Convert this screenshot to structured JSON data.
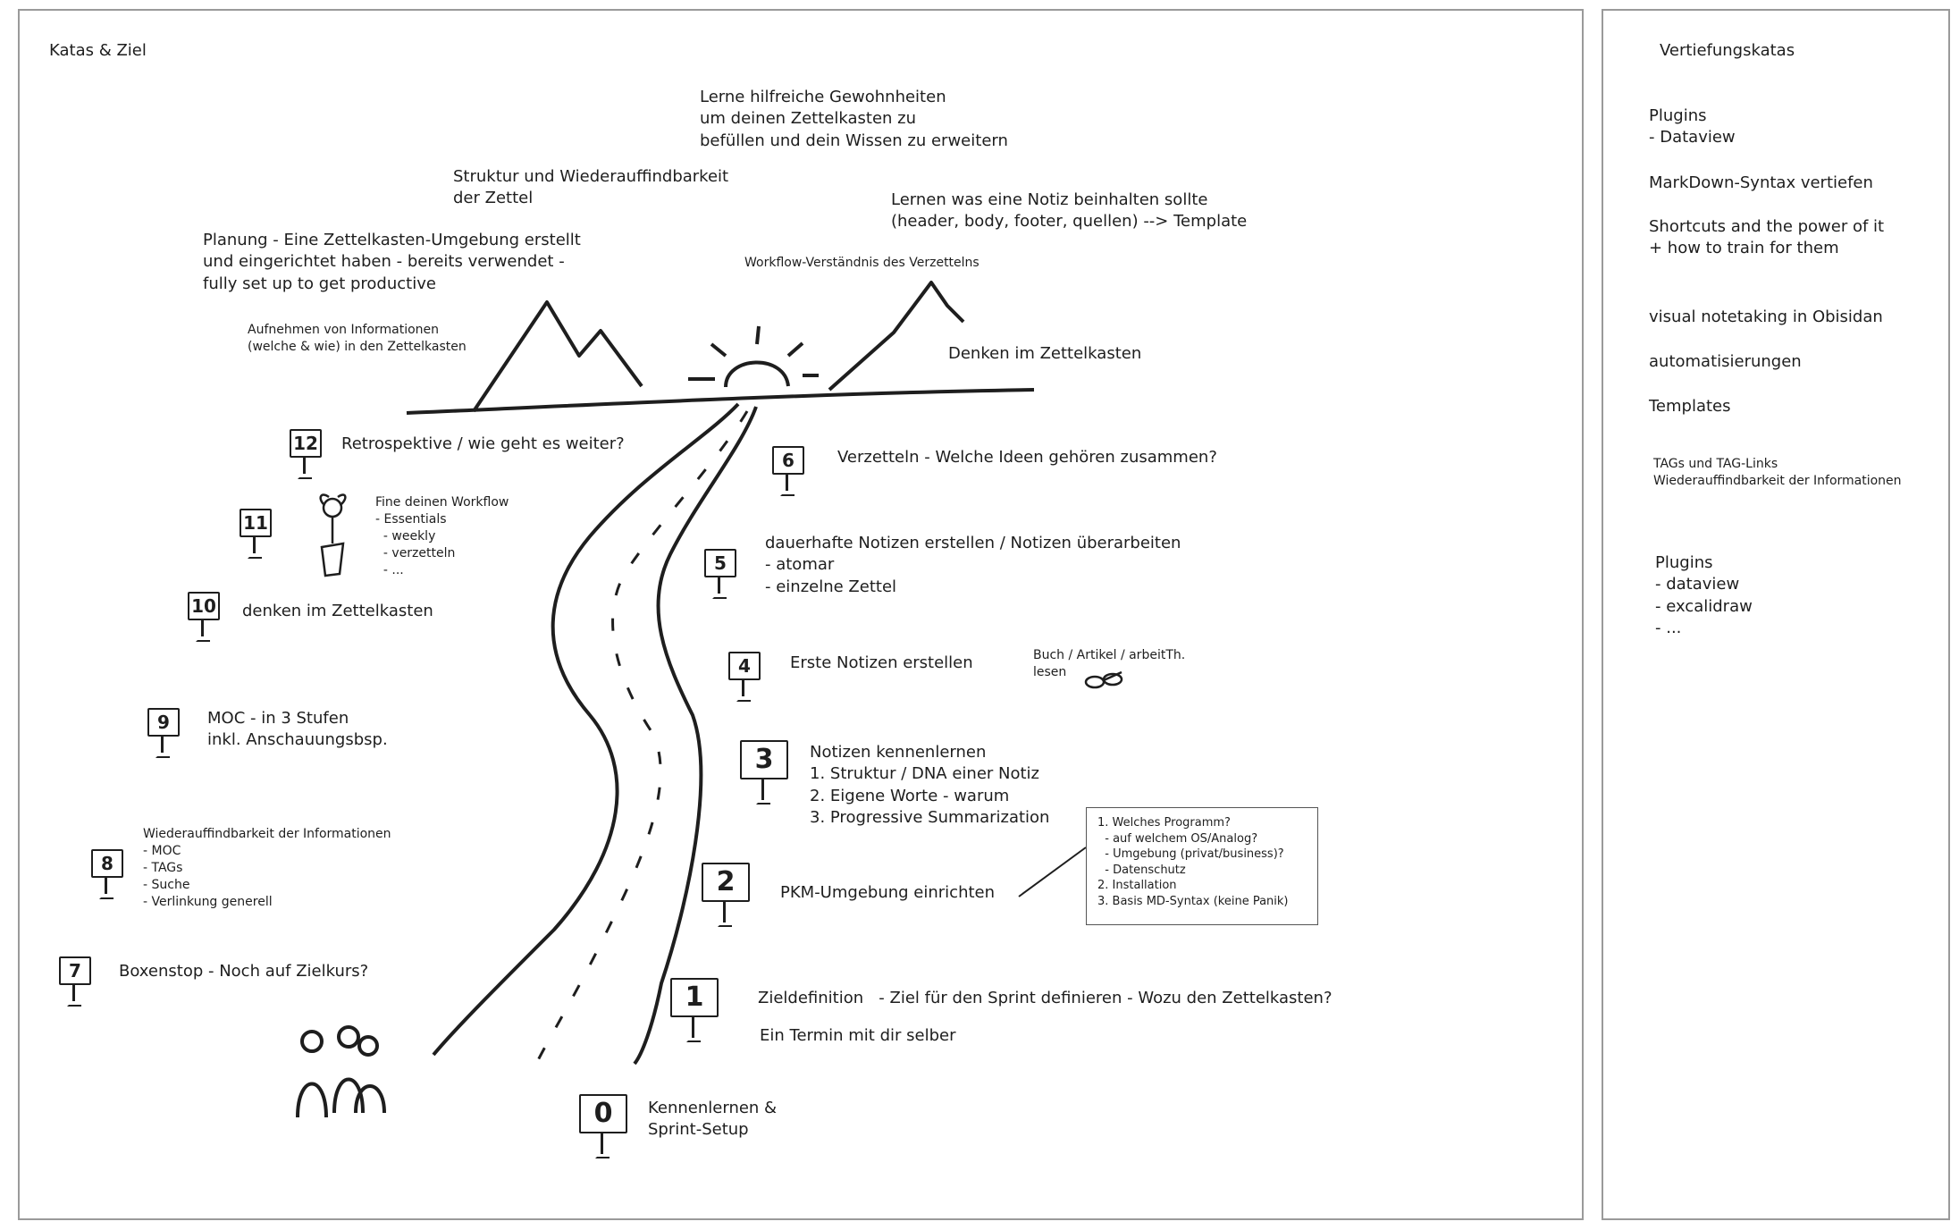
{
  "main": {
    "title": "Katas & Ziel",
    "goals": {
      "habits": "Lerne hilfreiche Gewohnheiten\num deinen Zettelkasten zu\nbefüllen und dein Wissen zu erweitern",
      "struktur": "Struktur und Wiederauffindbarkeit\nder Zettel",
      "notiz": "Lernen was eine Notiz beinhalten sollte\n(header, body, footer, quellen) --> Template",
      "planung": "Planung - Eine Zettelkasten-Umgebung erstellt\nund eingerichtet haben - bereits verwendet -\nfully set up to get productive",
      "workflow": "Workflow-Verständnis des Verzettelns",
      "aufnehmen": "Aufnehmen von Informationen\n(welche & wie) in den Zettelkasten",
      "denken": "Denken im Zettelkasten"
    },
    "steps": [
      {
        "num": "0",
        "text": "Kennenlernen &\nSprint-Setup"
      },
      {
        "num": "1",
        "text": "Zieldefinition   - Ziel für den Sprint definieren - Wozu den Zettelkasten?",
        "sub": "Ein Termin mit dir selber"
      },
      {
        "num": "2",
        "text": "PKM-Umgebung einrichten"
      },
      {
        "num": "3",
        "text": "Notizen kennenlernen\n1. Struktur / DNA einer Notiz\n2. Eigene Worte - warum\n3. Progressive Summarization"
      },
      {
        "num": "4",
        "text": "Erste Notizen erstellen",
        "note": "Buch / Artikel / arbeitTh.\nlesen"
      },
      {
        "num": "5",
        "text": "dauerhafte Notizen erstellen / Notizen überarbeiten\n- atomar\n- einzelne Zettel"
      },
      {
        "num": "6",
        "text": "Verzetteln - Welche Ideen gehören zusammen?"
      },
      {
        "num": "7",
        "text": "Boxenstop - Noch auf Zielkurs?"
      },
      {
        "num": "8",
        "text": "Wiederauffindbarkeit der Informationen\n- MOC\n- TAGs\n- Suche\n- Verlinkung generell"
      },
      {
        "num": "9",
        "text": "MOC - in 3 Stufen\ninkl. Anschauungsbsp."
      },
      {
        "num": "10",
        "text": "denken im Zettelkasten"
      },
      {
        "num": "11",
        "text": "Fine deinen Workflow\n- Essentials\n  - weekly\n  - verzetteln\n  - ..."
      },
      {
        "num": "12",
        "text": "Retrospektive / wie geht es weiter?"
      }
    ],
    "programm_box": "1. Welches Programm?\n  - auf welchem OS/Analog?\n  - Umgebung (privat/business)?\n  - Datenschutz\n2. Installation\n3. Basis MD-Syntax (keine Panik)"
  },
  "sidebar": {
    "title": "Vertiefungskatas",
    "items": [
      "Plugins\n- Dataview",
      "MarkDown-Syntax vertiefen",
      "Shortcuts and the power of it\n+ how to train for them",
      "visual notetaking in Obisidan",
      "automatisierungen",
      "Templates",
      "TAGs und TAG-Links\nWiederauffindbarkeit der Informationen",
      "Plugins\n- dataview\n- excalidraw\n- ..."
    ]
  }
}
